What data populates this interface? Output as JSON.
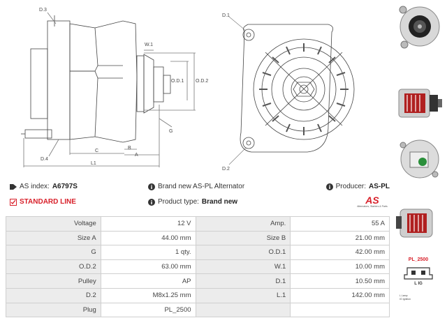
{
  "diagram": {
    "labels": {
      "d3": "D.3",
      "w1": "W.1",
      "od1": "O.D.1",
      "od2": "O.D.2",
      "g": "G",
      "b": "B",
      "a": "A",
      "c": "C",
      "d4": "D.4",
      "l1": "L1",
      "d1": "D.1",
      "d2": "D.2"
    }
  },
  "info": {
    "as_index_label": "AS index:",
    "as_index_value": "A6797S",
    "standard_line": "STANDARD LINE",
    "brand_label": "Brand new AS-PL Alternator",
    "product_type_label": "Product type:",
    "product_type_value": "Brand new",
    "producer_label": "Producer:",
    "producer_value": "AS-PL",
    "logo_text": "AS",
    "logo_tagline": "Alternators, Starters & Parts"
  },
  "specs": [
    [
      "Voltage",
      "12 V",
      "Amp.",
      "55 A"
    ],
    [
      "Size A",
      "44.00 mm",
      "Size B",
      "21.00 mm"
    ],
    [
      "G",
      "1 qty.",
      "O.D.1",
      "42.00 mm"
    ],
    [
      "O.D.2",
      "63.00 mm",
      "W.1",
      "10.00 mm"
    ],
    [
      "Pulley",
      "AP",
      "D.1",
      "10.50 mm"
    ],
    [
      "D.2",
      "M8x1.25 mm",
      "L.1",
      "142.00 mm"
    ],
    [
      "Plug",
      "PL_2500",
      "",
      ""
    ]
  ],
  "plug": {
    "code": "PL_2500",
    "pins": "L  IG",
    "legend": [
      "L    Lamp",
      "IG   Ignition"
    ]
  },
  "colors": {
    "accent": "#d8202a",
    "label_bg": "#ececec",
    "border": "#cfcfcf"
  }
}
